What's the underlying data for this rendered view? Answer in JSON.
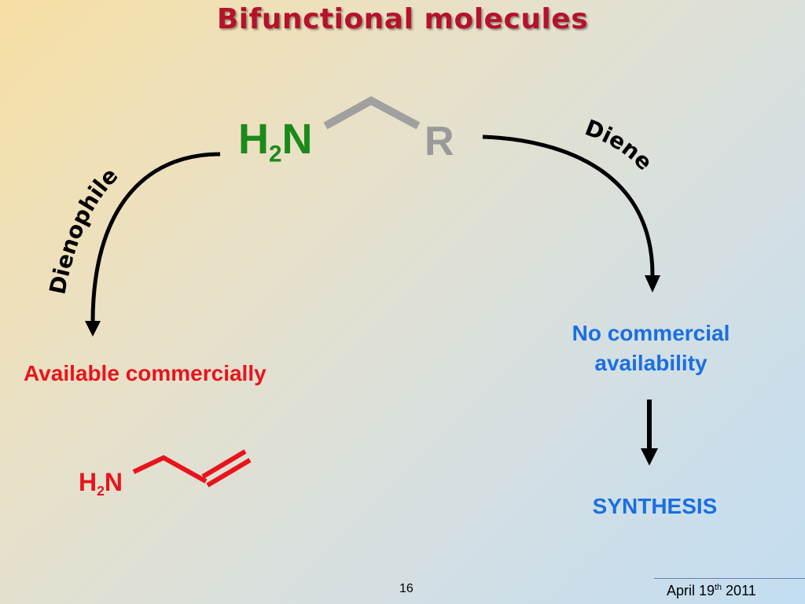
{
  "slide": {
    "title": "Bifunctional molecules",
    "top_molecule": {
      "h": "H",
      "sub": "2",
      "n": "N",
      "r": "R"
    },
    "left_label": "Dienophile",
    "right_label": "Diene",
    "left_text": "Available commercially",
    "right_text_line1": "No commercial",
    "right_text_line2": "availability",
    "synthesis": "SYNTHESIS",
    "bottom_molecule": {
      "h": "H",
      "sub": "2",
      "n": "N"
    },
    "page_number": "16",
    "date": {
      "pre": "April 19",
      "sup": "th",
      "post": " 2011"
    }
  },
  "colors": {
    "title": "#b5122b",
    "amine_top": "#1b8a1b",
    "r_group": "#9a9a9a",
    "red_text": "#e8141c",
    "blue_text": "#1a6fe0"
  }
}
